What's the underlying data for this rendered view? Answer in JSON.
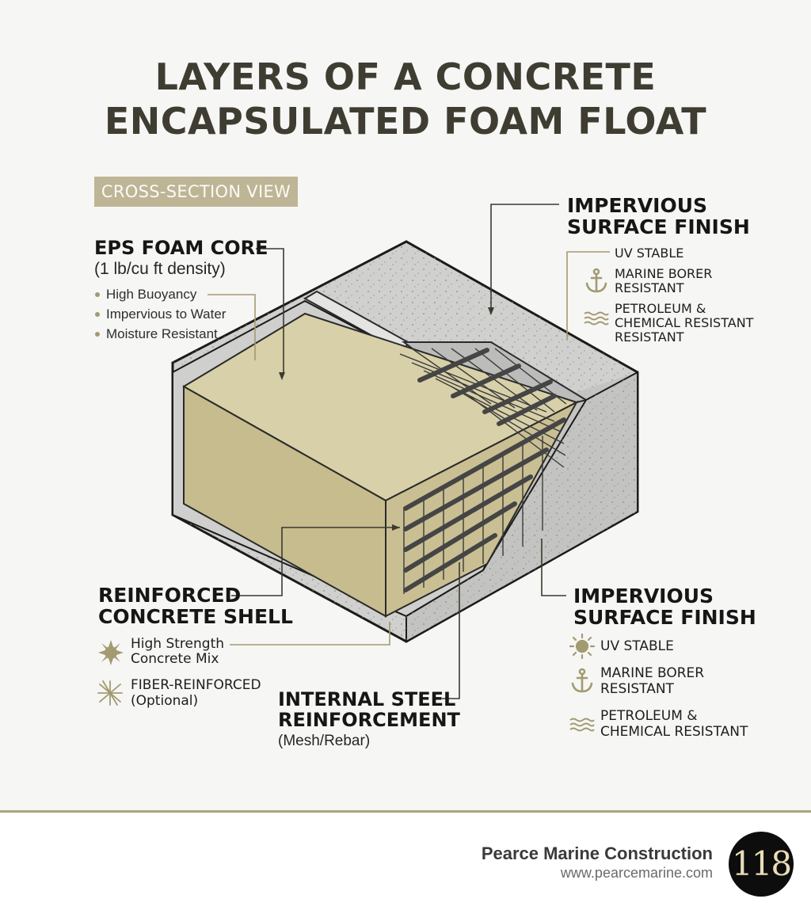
{
  "title": {
    "line1": "LAYERS OF A CONCRETE",
    "line2": "ENCAPSULATED FOAM FLOAT"
  },
  "badge": "CROSS-SECTION VIEW",
  "foam_core": {
    "heading": "EPS FOAM CORE",
    "subheading": "(1 lb/cu ft density)",
    "bullets": [
      "High Buoyancy",
      "Impervious to Water",
      "Moisture Resistant"
    ]
  },
  "finish_top": {
    "heading_line1": "IMPERVIOUS",
    "heading_line2": "SURFACE FINISH",
    "features": [
      {
        "icon": "line-marker",
        "lines": [
          "UV STABLE"
        ]
      },
      {
        "icon": "anchor-icon",
        "lines": [
          "MARINE BORER",
          "RESISTANT"
        ]
      },
      {
        "icon": "waves-icon",
        "lines": [
          "PETROLEUM &",
          "CHEMICAL RESISTANT",
          "RESISTANT"
        ]
      }
    ]
  },
  "shell": {
    "heading_line1": "REINFORCED",
    "heading_line2": "CONCRETE SHELL",
    "features": [
      {
        "icon": "burst-icon",
        "lines": [
          "High Strength",
          "Concrete Mix"
        ]
      },
      {
        "icon": "fiber-icon",
        "lines": [
          "FIBER-REINFORCED",
          "(Optional)"
        ]
      }
    ]
  },
  "steel": {
    "heading_line1": "INTERNAL STEEL",
    "heading_line2": "REINFORCEMENT",
    "subheading": "(Mesh/Rebar)"
  },
  "finish_bottom": {
    "heading_line1": "IMPERVIOUS",
    "heading_line2": "SURFACE FINISH",
    "features": [
      {
        "icon": "sun-icon",
        "lines": [
          "UV STABLE"
        ]
      },
      {
        "icon": "anchor-icon",
        "lines": [
          "MARINE BORER",
          "RESISTANT"
        ]
      },
      {
        "icon": "waves-icon",
        "lines": [
          "PETROLEUM &",
          "CHEMICAL RESISTANT"
        ]
      }
    ]
  },
  "footer": {
    "company": "Pearce Marine Construction",
    "url": "www.pearcemarine.com",
    "badge": "118"
  },
  "colors": {
    "title": "#3f3d32",
    "accent": "#a39a72",
    "foam": "#cbc196",
    "concrete": "#d2d2d0"
  }
}
